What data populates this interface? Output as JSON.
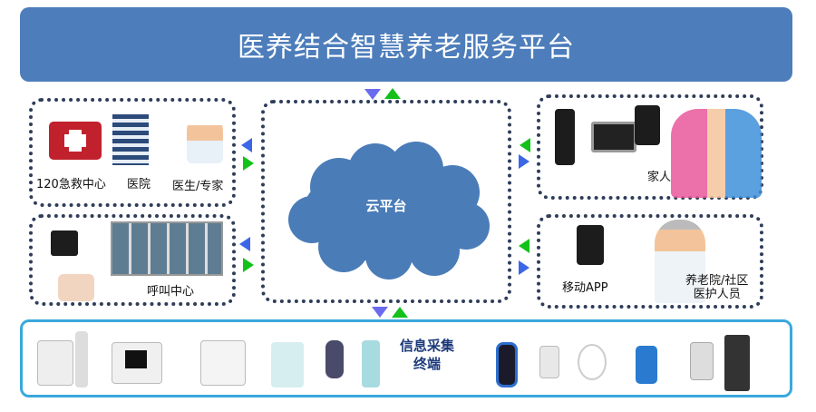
{
  "title": "医养结合智慧养老服务平台",
  "cloud": {
    "label": "云平台",
    "color": "#4a7cb8"
  },
  "left_top": {
    "items": [
      "120急救中心",
      "医院",
      "医生/专家"
    ]
  },
  "left_bottom": {
    "label": "呼叫中心"
  },
  "right_top": {
    "label": "家人"
  },
  "right_bottom": {
    "items": [
      "移动APP",
      "养老院/社区\n医护人员"
    ],
    "line1": "养老院/社区",
    "line2": "医护人员"
  },
  "bottom": {
    "line1": "信息采集",
    "line2": "终端"
  },
  "colors": {
    "title": "#4d7dbb",
    "arrow_blue": "#3b66e6",
    "arrow_green": "#13c11a",
    "bottom_border": "#3aa8dc"
  }
}
